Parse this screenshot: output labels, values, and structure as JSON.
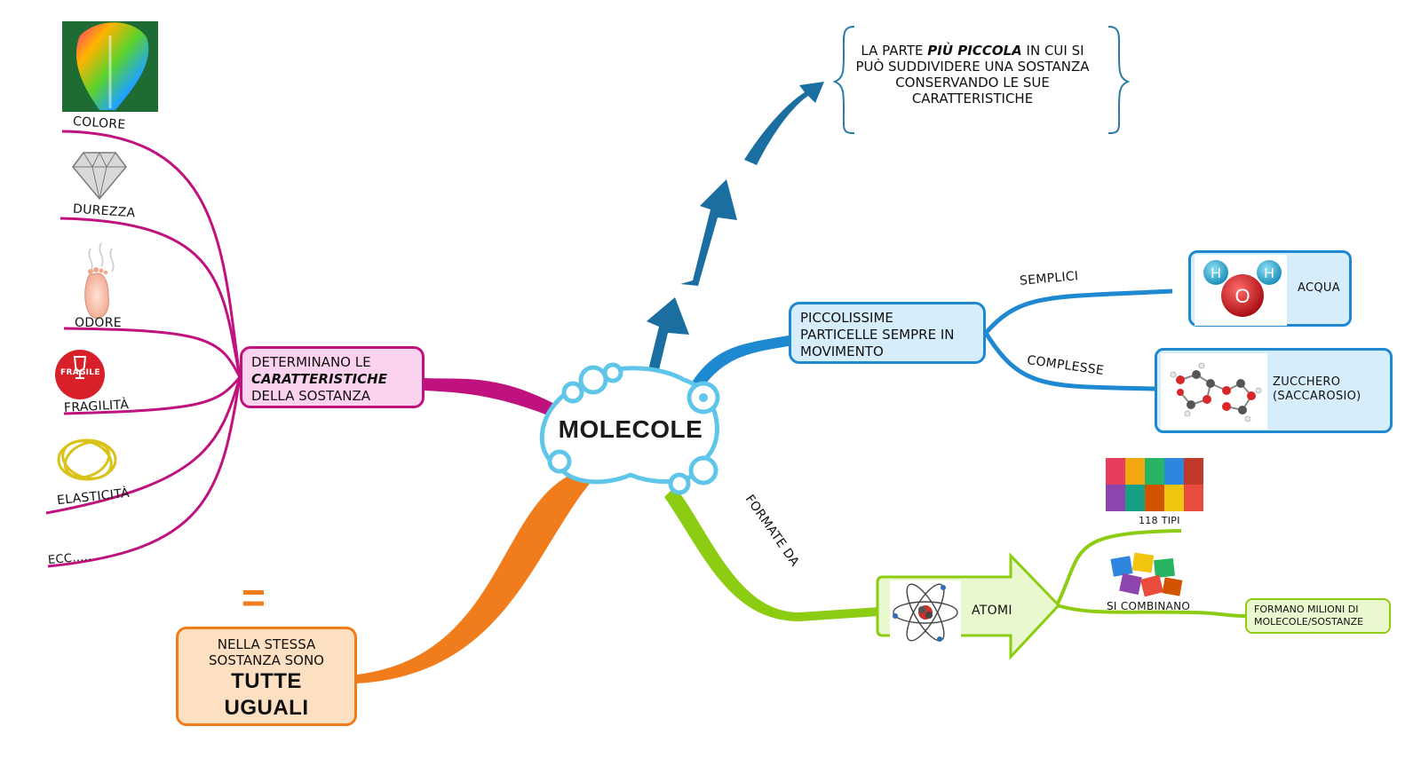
{
  "central": {
    "title": "MOLECOLE"
  },
  "definition": {
    "before": "LA PARTE",
    "emphasis": "PIÙ PICCOLA",
    "after": "IN CUI SI PUÒ SUDDIVIDERE UNA SOSTANZA CONSERVANDO LE SUE CARATTERISTICHE"
  },
  "characteristics": {
    "line1": "DETERMINANO LE",
    "emphasis": "CARATTERISTICHE",
    "line3": "DELLA SOSTANZA",
    "items": [
      "COLORE",
      "DUREZZA",
      "ODORE",
      "FRAGILITÀ",
      "ELASTICITÀ",
      "ECC....."
    ],
    "fragile_badge": "FRAGILE"
  },
  "movement": {
    "text": "PICCOLISSIME PARTICELLE SEMPRE IN MOVIMENTO",
    "simple_label": "SEMPLICI",
    "complex_label": "COMPLESSE",
    "water": {
      "label": "ACQUA",
      "atoms": [
        "H",
        "O",
        "H"
      ]
    },
    "sugar": {
      "label": "ZUCCHERO (SACCAROSIO)"
    }
  },
  "composition": {
    "branch_label": "FORMATE DA",
    "atoms_label": "ATOMI",
    "types_label": "118 TIPI",
    "combine_label": "SI COMBINANO",
    "result": "FORMANO MILIONI DI MOLECOLE/SOSTANZE"
  },
  "uniformity": {
    "symbol": "=",
    "line1": "NELLA STESSA",
    "line2": "SOSTANZA SONO",
    "line3": "TUTTE",
    "line4": "UGUALI"
  },
  "colors": {
    "pink": "#c0127e",
    "blue": "#1e88d0",
    "dark_blue": "#1a6fa0",
    "green": "#8ccc12",
    "orange": "#f07c1c",
    "cloud": "#5fc6ea"
  }
}
